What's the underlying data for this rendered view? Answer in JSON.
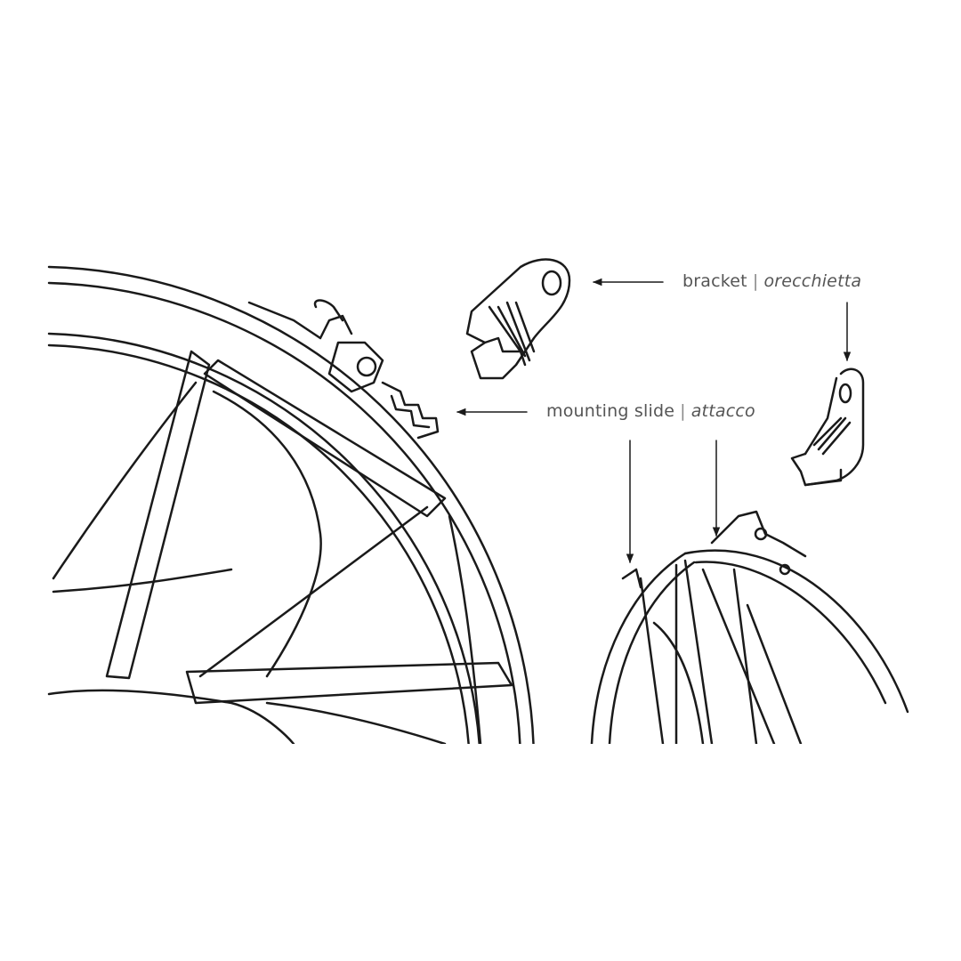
{
  "labels": {
    "bracket": {
      "en": "bracket",
      "separator": "|",
      "it": "orecchietta"
    },
    "mounting_slide": {
      "en": "mounting slide",
      "separator": "|",
      "it": "attacco"
    }
  },
  "colors": {
    "line": "#1a1a1a",
    "text": "#555555",
    "background": "#ffffff"
  }
}
